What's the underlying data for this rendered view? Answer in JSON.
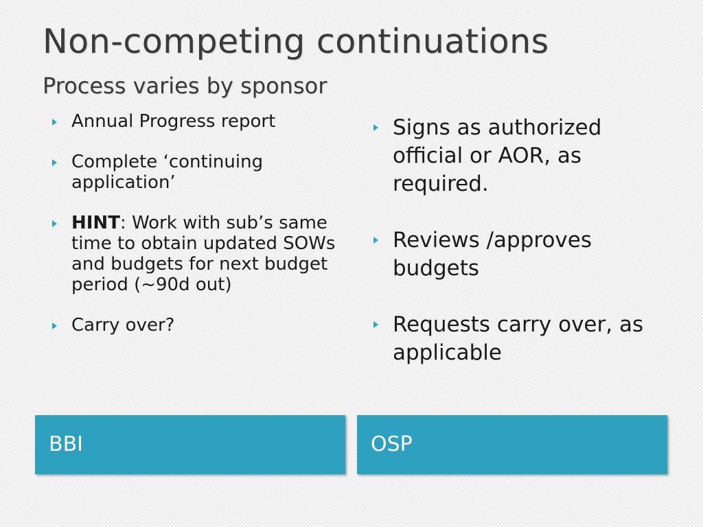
{
  "slide": {
    "title": "Non-competing continuations",
    "subtitle": "Process varies by sponsor",
    "left_column": {
      "items": [
        {
          "text": "Annual Progress report"
        },
        {
          "text": "Complete ‘continuing application’"
        },
        {
          "bold": "HINT",
          "colon": ":",
          "text": " Work with sub’s same time to obtain updated SOWs and budgets for next budget period (~90d out)"
        },
        {
          "text": "Carry over?"
        }
      ],
      "label": "BBI"
    },
    "right_column": {
      "items": [
        {
          "text": "Signs as authorized official or AOR, as required."
        },
        {
          "text": "Reviews /approves budgets"
        },
        {
          "text": "Requests carry over, as applicable"
        }
      ],
      "label": "OSP"
    },
    "colors": {
      "accent": "#2ea0c0",
      "bullet": "#2aa6c8",
      "title": "#3a3a3a",
      "background": "#f1f1f1"
    },
    "icons": {
      "bullet": "triangle-right-icon"
    }
  }
}
